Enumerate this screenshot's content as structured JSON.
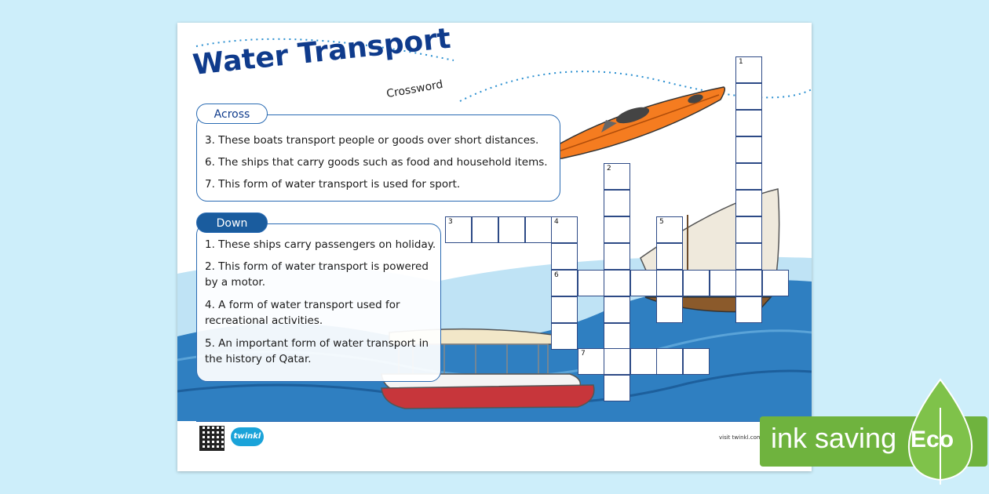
{
  "title": "Water Transport",
  "subtitle": "Crossword",
  "across": {
    "heading": "Across",
    "clues": [
      "3. These boats transport people or goods over short distances.",
      "6. The ships that carry goods such as food and household items.",
      "7. This form of water transport is used for sport."
    ]
  },
  "down": {
    "heading": "Down",
    "clues": [
      "1. These ships carry passengers on holiday.",
      "2. This form of water transport is powered by a motor.",
      "4. A form of water transport used for recreational activities.",
      "5. An important form of water transport in the history of Qatar."
    ]
  },
  "grid_numbers": [
    "1",
    "2",
    "3",
    "4",
    "5",
    "6",
    "7"
  ],
  "footer": {
    "logo": "twinkl",
    "visit": "visit twinkl.com"
  },
  "badge": {
    "text": "ink saving",
    "eco": "Eco"
  },
  "colors": {
    "background": "#cdeefa",
    "title": "#0f3b8c",
    "accent": "#2a6bb3",
    "water": "#2f7fc1",
    "badge": "#6fb33e"
  }
}
